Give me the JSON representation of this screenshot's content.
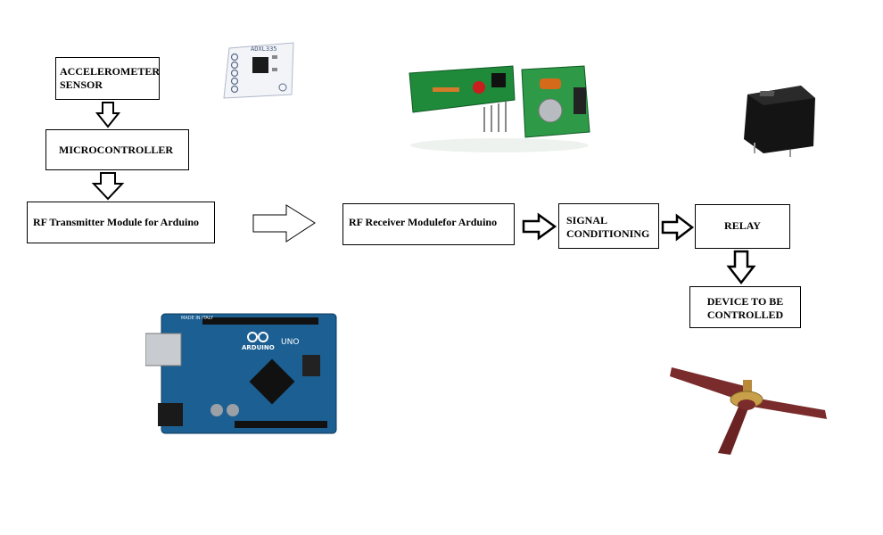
{
  "blocks": {
    "accelerometer": "ACCELEROMETER SENSOR",
    "microcontroller": "MICROCONTROLLER",
    "rf_transmitter": "RF Transmitter Module for Arduino",
    "rf_receiver": "RF Receiver Modulefor Arduino",
    "signal_conditioning": "SIGNAL CONDITIONING",
    "relay": "RELAY",
    "device": "DEVICE TO BE CONTROLLED"
  },
  "photos": {
    "adxl_label": "ADXL335",
    "arduino_brand": "ARDUINO",
    "arduino_model": "UNO",
    "arduino_made": "MADE IN ITALY"
  },
  "colors": {
    "pcb_green": "#1f8a3a",
    "arduino_blue": "#1c5f92",
    "relay_black": "#111111",
    "fan_maroon": "#7a2b2b"
  }
}
